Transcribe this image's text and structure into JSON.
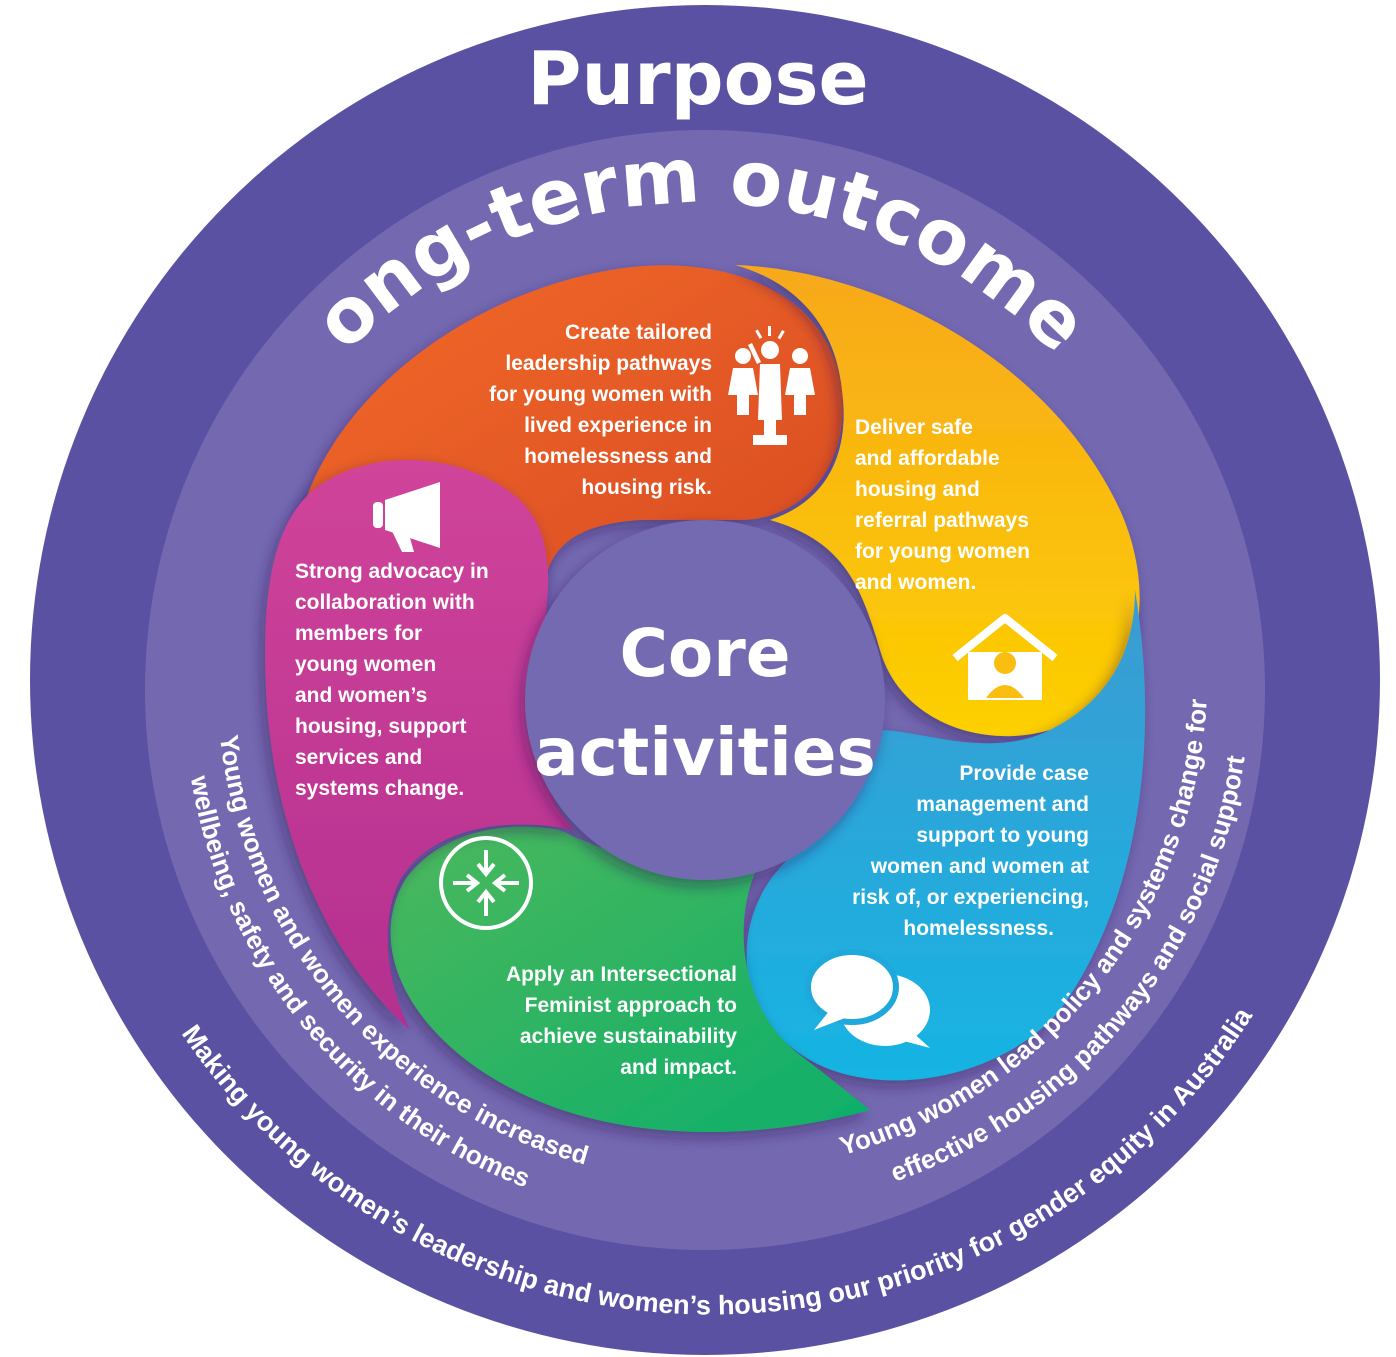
{
  "purpose": {
    "title": "Purpose",
    "statement": "Making young women’s leadership and women’s housing our priority for gender equity in Australia"
  },
  "outcomes": {
    "title": "Long-term outcomes",
    "left_line1": "Young women and women experience increased",
    "left_line2": "wellbeing, safety and security in their homes",
    "right_line1": "Young women lead policy and systems change for",
    "right_line2": "effective housing pathways and social support"
  },
  "core": {
    "line1": "Core",
    "line2": "activities"
  },
  "activities": [
    {
      "color": "#E8562A",
      "icon": "leadership-people-icon",
      "lines": [
        "Create tailored",
        "leadership pathways",
        "for young women with",
        "lived experience in",
        "homelessness and",
        "housing risk."
      ]
    },
    {
      "color": "#F9B318",
      "icon": "house-woman-icon",
      "lines": [
        "Deliver safe",
        "and affordable",
        "housing and",
        "referral pathways",
        "for young women",
        "and women."
      ]
    },
    {
      "color": "#2AA7D8",
      "icon": "speech-bubbles-icon",
      "lines": [
        "Provide case",
        "management and",
        "support to young",
        "women and women at",
        "risk of, or experiencing,",
        "homelessness."
      ]
    },
    {
      "color": "#1FAE5C",
      "icon": "arrows-converge-icon",
      "lines": [
        "Apply an Intersectional",
        "Feminist approach to",
        "achieve sustainability",
        "and impact."
      ]
    },
    {
      "color": "#C3399A",
      "icon": "megaphone-icon",
      "lines": [
        "Strong advocacy in",
        "collaboration with",
        "members for",
        "young women",
        "and women’s",
        "housing, support",
        "services and",
        "systems change."
      ]
    }
  ]
}
